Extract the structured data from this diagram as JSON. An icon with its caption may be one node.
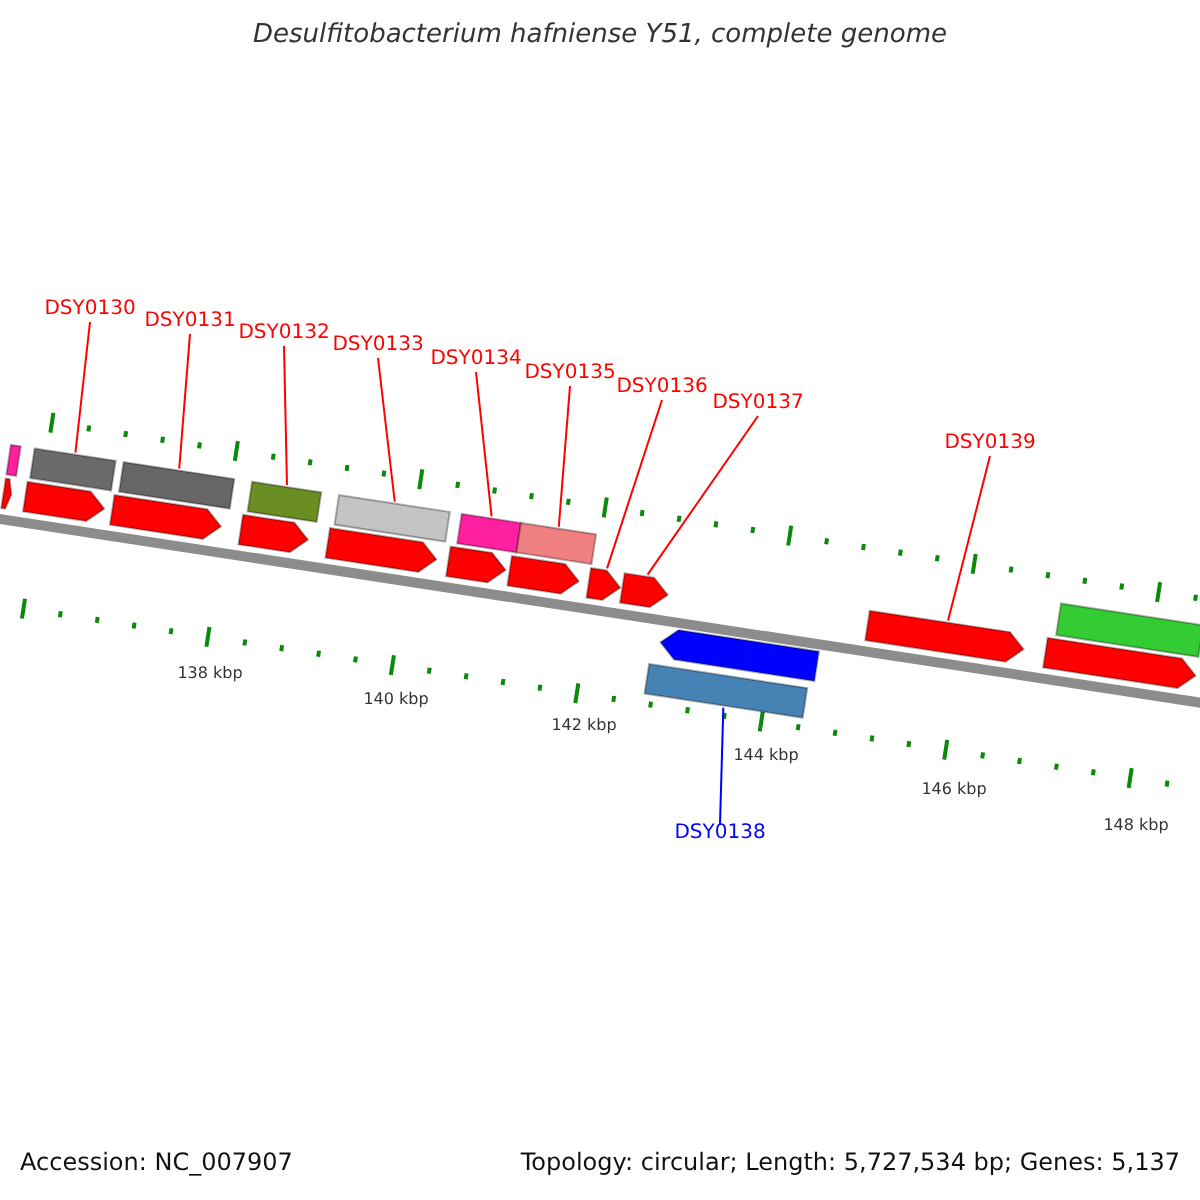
{
  "diagram": {
    "title": "Desulfitobacterium hafniense Y51, complete genome",
    "nodes": [
      {
        "text": [
          "DSY0130"
        ]
      },
      {
        "text": [
          "DSY0131"
        ]
      },
      {
        "text": [
          "DSY0132"
        ]
      },
      {
        "text": [
          "DSY0133"
        ]
      },
      {
        "text": [
          "DSY0134"
        ]
      },
      {
        "text": [
          "DSY0135"
        ]
      },
      {
        "text": [
          "DSY0136"
        ]
      },
      {
        "text": [
          "DSY0137"
        ]
      },
      {
        "text": [
          "DSY0139"
        ]
      },
      {
        "text": [
          "DSY0138"
        ]
      },
      {
        "text": [],
        "shape": "bar"
      },
      {
        "text": [],
        "shape": "arrow"
      },
      {
        "text": [],
        "shape": "bar"
      },
      {
        "text": [],
        "shape": "arrow"
      },
      {
        "text": [],
        "shape": "bar"
      },
      {
        "text": [],
        "shape": "arrow"
      },
      {
        "text": [],
        "shape": "bar"
      },
      {
        "text": [],
        "shape": "arrow"
      },
      {
        "text": [],
        "shape": "bar"
      },
      {
        "text": [],
        "shape": "arrow"
      },
      {
        "text": [],
        "shape": "bar"
      },
      {
        "text": [],
        "shape": "arrow"
      },
      {
        "text": [],
        "shape": "bar"
      },
      {
        "text": [],
        "shape": "arrow"
      },
      {
        "text": [],
        "shape": "arrow"
      },
      {
        "text": [],
        "shape": "arrow"
      },
      {
        "text": [],
        "shape": "arrow"
      },
      {
        "text": [],
        "shape": "bar"
      },
      {
        "text": [],
        "shape": "arrow"
      },
      {
        "text": [],
        "shape": "bar"
      },
      {
        "text": [],
        "shape": "arrow"
      }
    ],
    "edges": [
      {
        "from": 0,
        "to": 12,
        "arrow": "none"
      },
      {
        "from": 1,
        "to": 14,
        "arrow": "none"
      },
      {
        "from": 2,
        "to": 16,
        "arrow": "none"
      },
      {
        "from": 3,
        "to": 18,
        "arrow": "none"
      },
      {
        "from": 4,
        "to": 20,
        "arrow": "none"
      },
      {
        "from": 5,
        "to": 22,
        "arrow": "none"
      },
      {
        "from": 6,
        "to": 24,
        "arrow": "none"
      },
      {
        "from": 7,
        "to": 25,
        "arrow": "none"
      },
      {
        "from": 8,
        "to": 28,
        "arrow": "none"
      },
      {
        "from": 9,
        "to": 27,
        "arrow": "none",
        "color": "#0000ff"
      }
    ],
    "labels": [
      "138 kbp",
      "140 kbp",
      "142 kbp",
      "144 kbp",
      "146 kbp",
      "148 kbp",
      "Accession: NC_007907",
      "Topology: circular; Length: 5,727,534 bp; Genes: 5,137"
    ]
  }
}
